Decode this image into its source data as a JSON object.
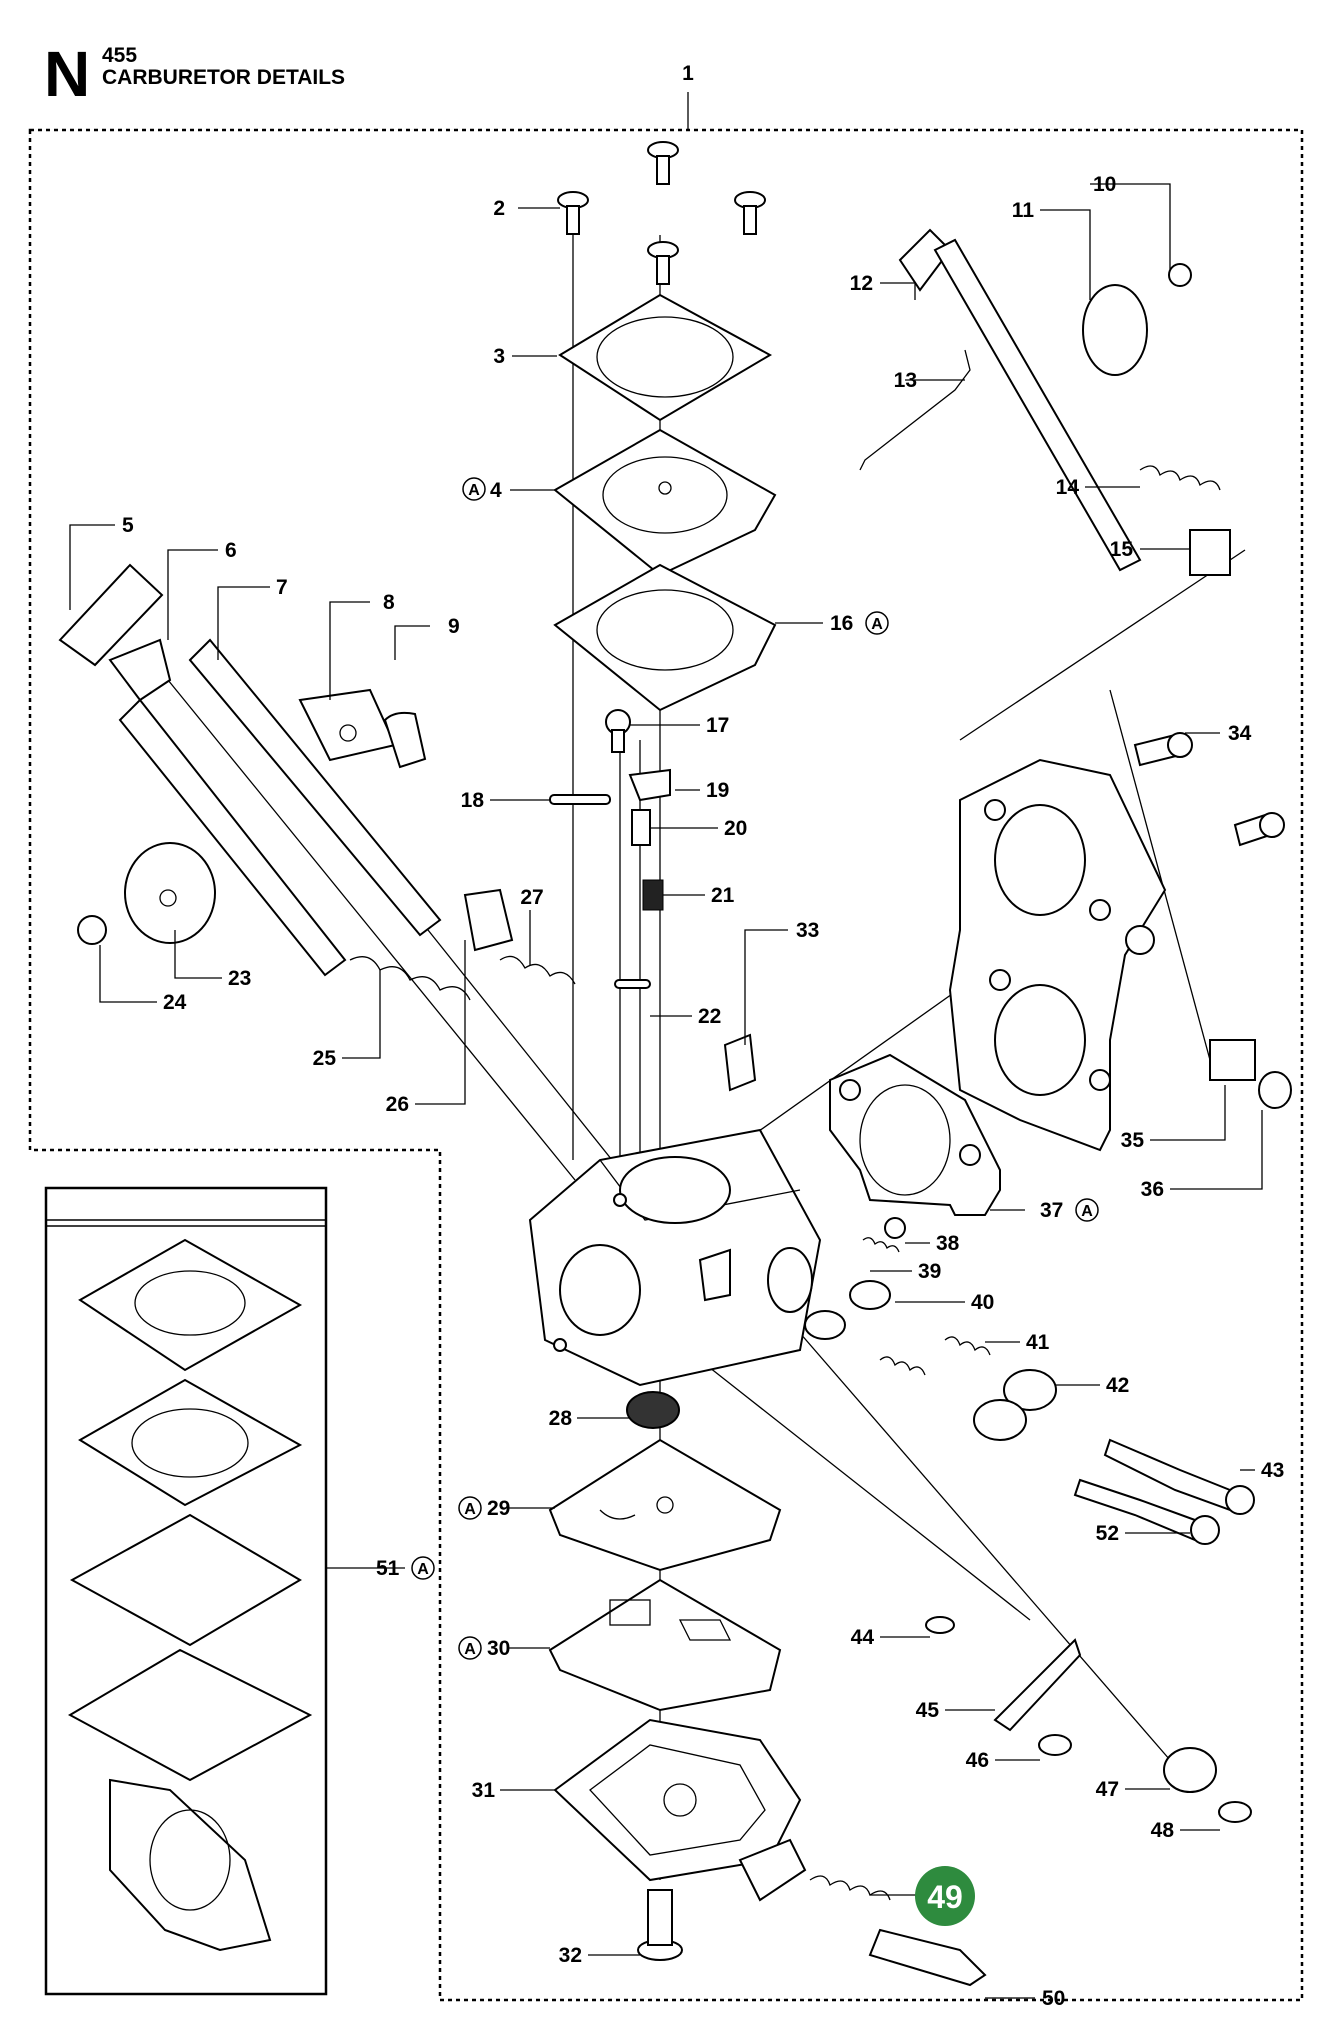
{
  "header": {
    "section_letter": "N",
    "model": "455",
    "title": "CARBURETOR DETAILS"
  },
  "callouts": {
    "c1": "1",
    "c2": "2",
    "c3": "3",
    "c4": "4",
    "c5": "5",
    "c6": "6",
    "c7": "7",
    "c8": "8",
    "c9": "9",
    "c10": "10",
    "c11": "11",
    "c12": "12",
    "c13": "13",
    "c14": "14",
    "c15": "15",
    "c16": "16",
    "c17": "17",
    "c18": "18",
    "c19": "19",
    "c20": "20",
    "c21": "21",
    "c22": "22",
    "c23": "23",
    "c24": "24",
    "c25": "25",
    "c26": "26",
    "c27": "27",
    "c28": "28",
    "c29": "29",
    "c30": "30",
    "c31": "31",
    "c32": "32",
    "c33": "33",
    "c34": "34",
    "c35": "35",
    "c36": "36",
    "c37": "37",
    "c38": "38",
    "c39": "39",
    "c40": "40",
    "c41": "41",
    "c42": "42",
    "c43": "43",
    "c44": "44",
    "c45": "45",
    "c46": "46",
    "c47": "47",
    "c48": "48",
    "c49": "49",
    "c50": "50",
    "c51": "51",
    "c52": "52"
  },
  "kit_marker": "A",
  "highlight_color": "#2e8b3e"
}
